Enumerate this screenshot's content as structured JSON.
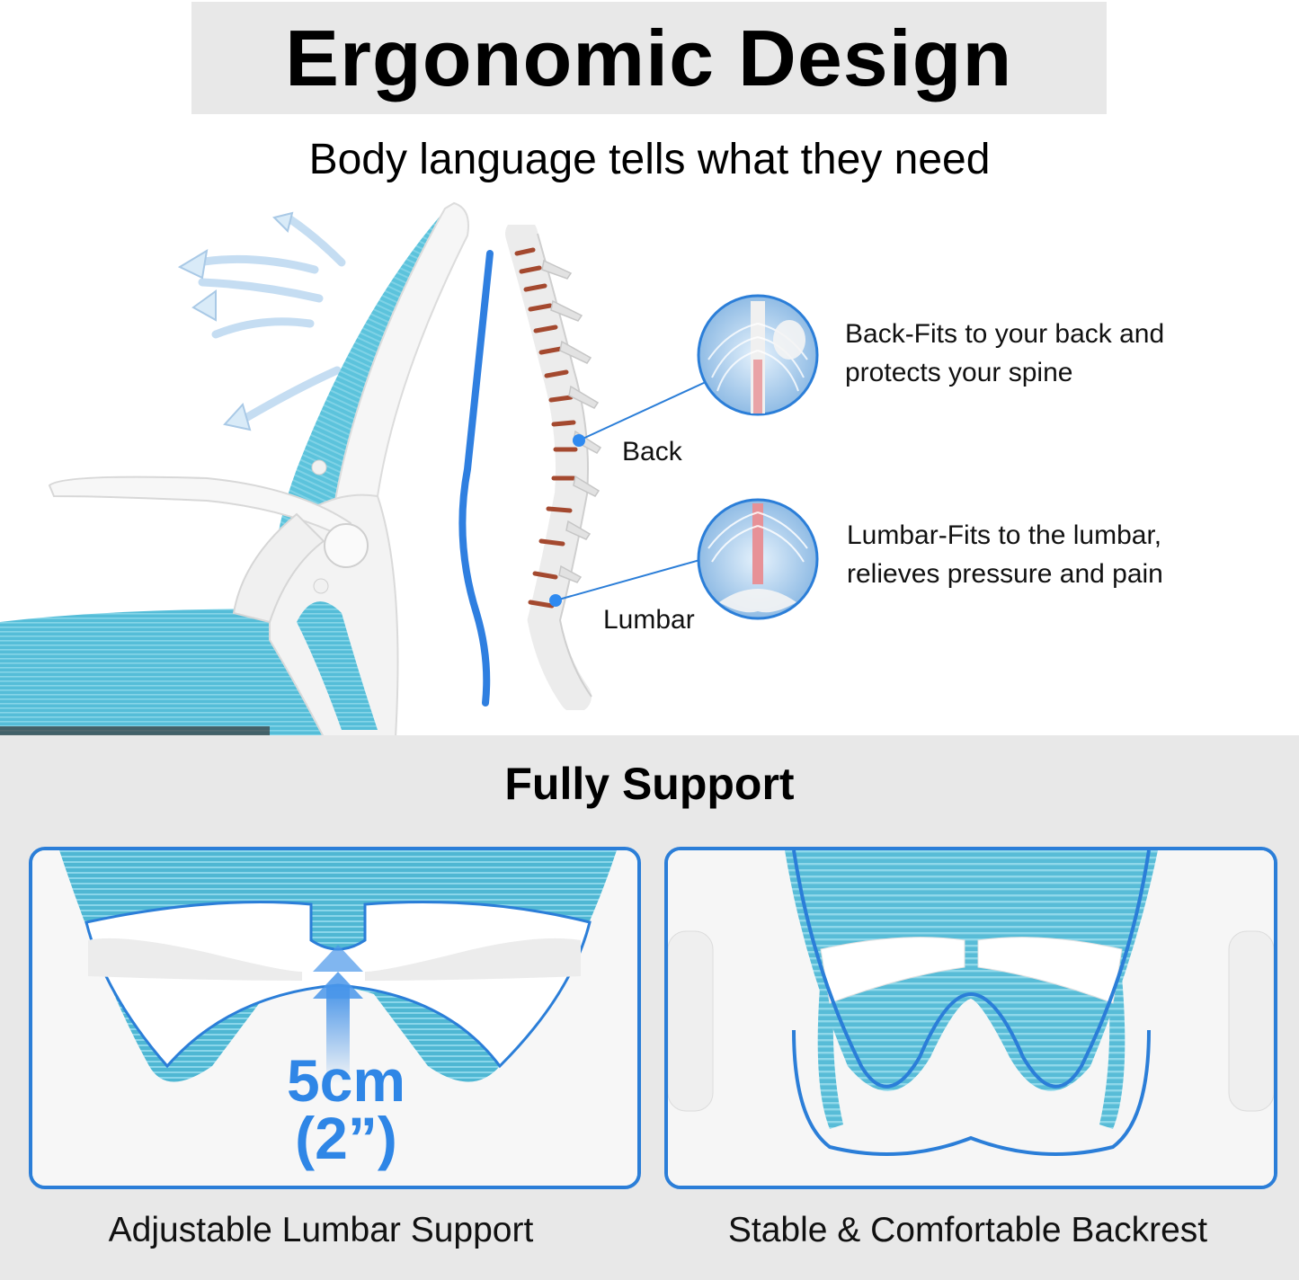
{
  "header": {
    "title": "Ergonomic Design",
    "subtitle": "Body language tells what they need"
  },
  "spine_diagram": {
    "labels": {
      "back": "Back",
      "lumbar": "Lumbar"
    },
    "callouts": [
      {
        "id": "back",
        "line1": "Back-Fits to your back and",
        "line2": "protects your spine"
      },
      {
        "id": "lumbar",
        "line1": "Lumbar-Fits to the lumbar,",
        "line2": "relieves pressure and pain"
      }
    ]
  },
  "support_section": {
    "title": "Fully Support",
    "panels": [
      {
        "caption": "Adjustable Lumbar Support",
        "measurement": {
          "metric": "5cm",
          "imperial": "(2”)"
        }
      },
      {
        "caption": "Stable & Comfortable Backrest"
      }
    ]
  },
  "colors": {
    "accent_blue": "#2b7ed8",
    "measure_blue": "#2f86e6",
    "mesh_teal": "#5cc3dc",
    "band_gray": "#e8e8e8",
    "disc_red": "#a4492f"
  }
}
